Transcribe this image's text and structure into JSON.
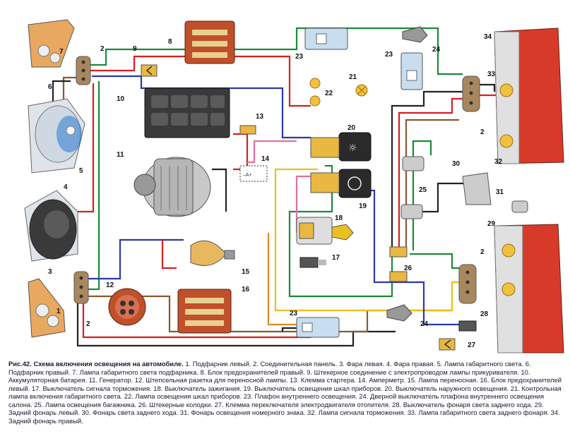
{
  "caption": {
    "title": "Рис.42. Схема включения освещения на автомобиле.",
    "legend_text": "1. Подфарник левый. 2. Соединительная панель. 3. Фара левая. 4. Фара правая. 5. Лампа габаритного света. 6. Подфарник правый. 7. Лампа габаритного света подфарника. 8. Блок предохранителей правый. 9. Штекерное соединение с электропроводом лампы прикуривателя. 10. Аккумуляторная батарея. 11. Генератор. 12. Штепсельная разетка для переносной лампы. 13. Клемма стартера. 14. Амперметр. 15. Лампа переносная. 16. Блок предохранителей левый. 17. Выключатель сигнала торможения. 18. Выключатель зажигания. 19. Выключатель освещения шкал приборов. 20. Выключатель наружного освещения. 21. Контрольная лампа включения габаритного света. 22. Лампа освещения шкал приборов. 23. Плафон внутреннего освещения. 24. Дверной выключатель плафона внутреннего освещения салона. 25. Лампа освещения багажника. 26. Штекерные колодки. 27. Клемма переключателя электродвигателя отопителя. 28. Выключатель фонаря света заднего хода. 29. Задний фонарь левый. 30. Фонарь света заднего хода. 31. Фонарь освещения номерного знака. 32. Лампа сигнала торможения. 33. Лампа габаритного света заднего фонаря. 34. Задний фонарь правый."
  },
  "labels": {
    "l1": "1",
    "l2a": "2",
    "l2b": "2",
    "l2c": "2",
    "l2d": "2",
    "l3": "3",
    "l4": "4",
    "l5": "5",
    "l6": "6",
    "l7": "7",
    "l8": "8",
    "l9": "9",
    "l10": "10",
    "l11": "11",
    "l12": "12",
    "l13": "13",
    "l14": "14",
    "l15": "15",
    "l16": "16",
    "l17": "17",
    "l18": "18",
    "l19": "19",
    "l20": "20",
    "l21": "21",
    "l22": "22",
    "l23a": "23",
    "l23b": "23",
    "l23c": "23",
    "l24a": "24",
    "l24b": "24",
    "l25": "25",
    "l26": "26",
    "l27": "27",
    "l28": "28",
    "l29": "29",
    "l30": "30",
    "l31": "31",
    "l32": "32",
    "l33": "33",
    "l34": "34"
  },
  "colors": {
    "red": "#d42020",
    "green": "#1a8a3a",
    "blue": "#2a3aa8",
    "yellow": "#e8c020",
    "orange": "#e08a20",
    "brown": "#8a5a30",
    "black": "#222222",
    "pink": "#e070a0",
    "lamp_red": "#d83a2a",
    "fuse_block": "#c0502a",
    "battery": "#3a3a3a"
  }
}
